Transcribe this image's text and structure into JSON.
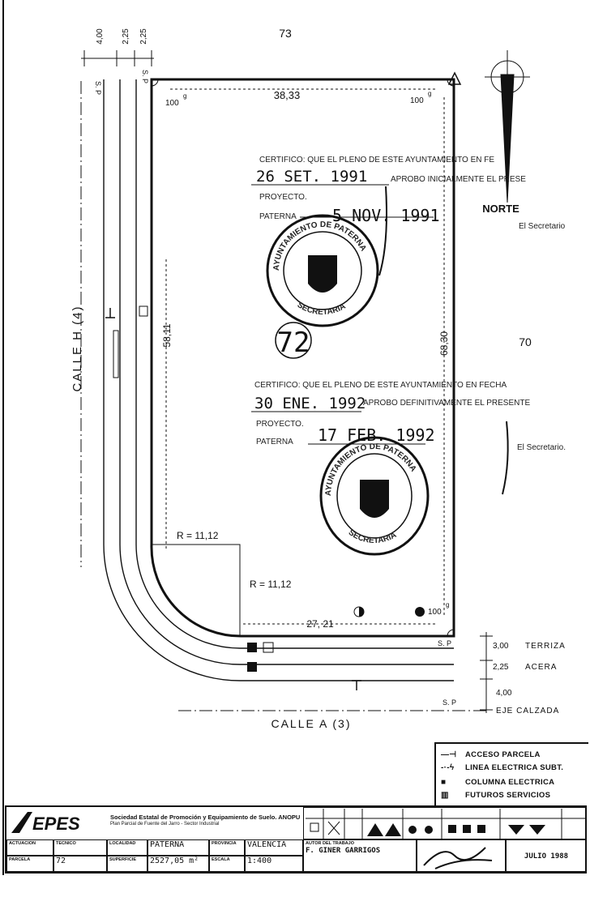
{
  "plan": {
    "parcel_top_label": "73",
    "right_parcel_label": "70",
    "parcel_number": "72",
    "top_width": "38,33",
    "left_length": "58,11",
    "right_length": "68,30",
    "bottom_width": "27, 21",
    "angle_tl": "100",
    "angle_tr": "100",
    "angle_br": "100",
    "angle_sup": "g",
    "radius_outer": "R = 11,12",
    "radius_inner": "R = 11,12",
    "top_dims": [
      "4,00",
      "2,25",
      "2,25"
    ],
    "sp_label": "S. P",
    "north_label": "NORTE",
    "street_left": "CALLE   H   (4)",
    "street_bottom": "CALLE    A    (3)",
    "right_dims": [
      {
        "value": "3,00",
        "label": "TERRIZA"
      },
      {
        "value": "2,25",
        "label": "ACERA"
      },
      {
        "value": "4,00",
        "label": "EJE  CALZADA"
      }
    ]
  },
  "certificates": [
    {
      "line1": "CERTIFICO: QUE EL PLENO DE ESTE AYUNTAMIENTO EN FE",
      "date": "26 SET. 1991",
      "line2": "APROBO INICIALMENTE EL PRESE",
      "line3": "PROYECTO.",
      "place": "PATERNA",
      "date2": "-5 NOV. 1991",
      "secretary": "El Secretario",
      "seal_top": "AYUNTAMIENTO DE PATERNA",
      "seal_bottom": "SECRETARIA"
    },
    {
      "line1": "CERTIFICO: QUE EL PLENO DE ESTE AYUNTAMIENTO EN FECHA",
      "date": "30 ENE. 1992",
      "line2": "APROBO DEFINITIVAMENTE EL PRESENTE",
      "line3": "PROYECTO.",
      "place": "PATERNA",
      "date2": "17 FEB. 1992",
      "secretary": "El Secretario.",
      "seal_top": "AYUNTAMIENTO DE PATERNA",
      "seal_bottom": "SECRETARIA"
    }
  ],
  "legend": {
    "items": [
      {
        "symbol": "—⊣",
        "label": "ACCESO PARCELA"
      },
      {
        "symbol": "-·-ϟ",
        "label": "LINEA ELECTRICA SUBT."
      },
      {
        "symbol": "■",
        "label": "COLUMNA ELECTRICA"
      },
      {
        "symbol": "▥",
        "label": "FUTUROS SERVICIOS"
      }
    ]
  },
  "titleblock": {
    "logo": "EPES",
    "company": "Sociedad Estatal de Promoción y Equipamiento de Suelo. ANOPU",
    "company_sub": "Plan Parcial de Fuente del Jarro - Sector Industrial",
    "actuacion_label": "ACTUACION",
    "actuacion_value": "",
    "localidad_label": "LOCALIDAD",
    "localidad_value": "PATERNA",
    "provincia_label": "PROVINCIA",
    "provincia_value": "VALENCIA",
    "tecnico_label": "TECNICO",
    "parcela_label": "PARCELA",
    "parcela_value": "72",
    "superficie_label": "SUPERFICIE",
    "superficie_value": "2527,05 m²",
    "escala_label": "ESCALA",
    "escala_value": "1:400",
    "autor_label": "AUTOR DEL TRABAJO",
    "autor_value": "F. GINER GARRIGOS",
    "fecha_value": "JULIO 1988"
  }
}
